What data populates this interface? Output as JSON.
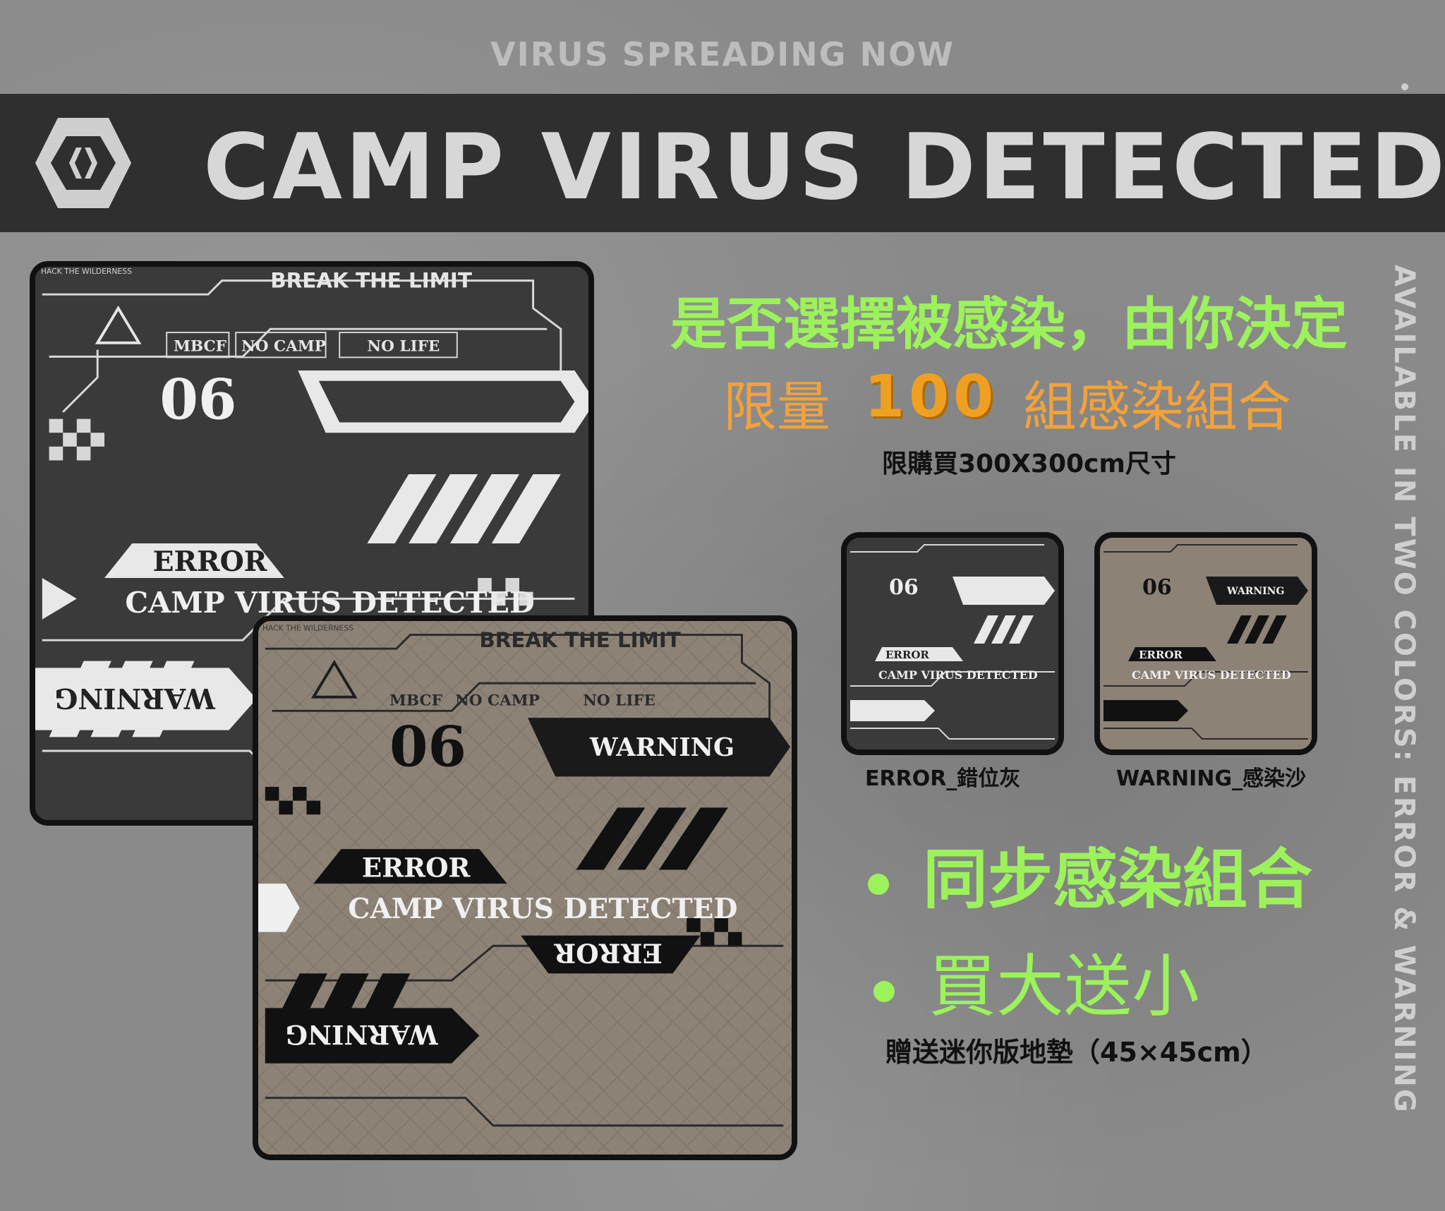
{
  "header": {
    "caption": "VIRUS SPREADING NOW",
    "title": "CAMP VIRUS  DETECTED",
    "logo_icon": "camp-hexagon-logo"
  },
  "side_text": "AVAILABLE IN TWO COLORS: ERROR & WARNING",
  "mat_art": {
    "break_the_limit": "BREAK THE LIMIT",
    "hack": "HACK THE WILDERNESS",
    "mbcf": "MBCF",
    "no_camp": "NO CAMP",
    "no_life": "NO LIFE",
    "number": "06",
    "error": "ERROR",
    "warning": "WARNING",
    "camp_virus_detected": "CAMP VIRUS DETECTED"
  },
  "promo": {
    "headline": "是否選擇被感染，由你決定",
    "limit_prefix": "限量",
    "limit_number": "100",
    "limit_suffix": "組感染組合",
    "size_note": "限購買300X300cm尺寸"
  },
  "variants": [
    {
      "label": "ERROR_錯位灰",
      "color": "#3a3a3a"
    },
    {
      "label": "WARNING_感染沙",
      "color": "#8d8276"
    }
  ],
  "bullets": [
    {
      "text": "同步感染組合"
    },
    {
      "text": "買大送小"
    }
  ],
  "gift_note": "贈送迷你版地墊（45×45cm）",
  "colors": {
    "green": "#9cf25b",
    "orange": "#f2a23a",
    "banner": "#2f2f2f"
  }
}
